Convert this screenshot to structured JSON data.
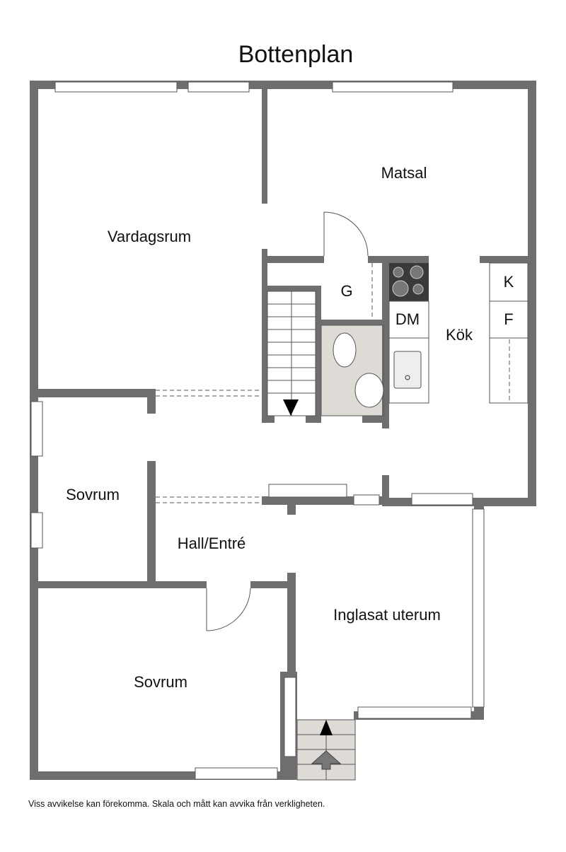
{
  "title": "Bottenplan",
  "rooms": {
    "vardagsrum": "Vardagsrum",
    "matsal": "Matsal",
    "kok": "Kök",
    "garderob": "G",
    "diskmaskin": "DM",
    "kyl": "K",
    "frys": "F",
    "sovrum1": "Sovrum",
    "hall": "Hall/Entré",
    "sovrum2": "Sovrum",
    "uterum": "Inglasat uterum"
  },
  "disclaimer": "Viss avvikelse kan förekomma. Skala och mått kan avvika från verkligheten.",
  "colors": {
    "wall": "#6e6e6e",
    "wet_room": "#dedad6",
    "stove": "#3a3a3a"
  }
}
